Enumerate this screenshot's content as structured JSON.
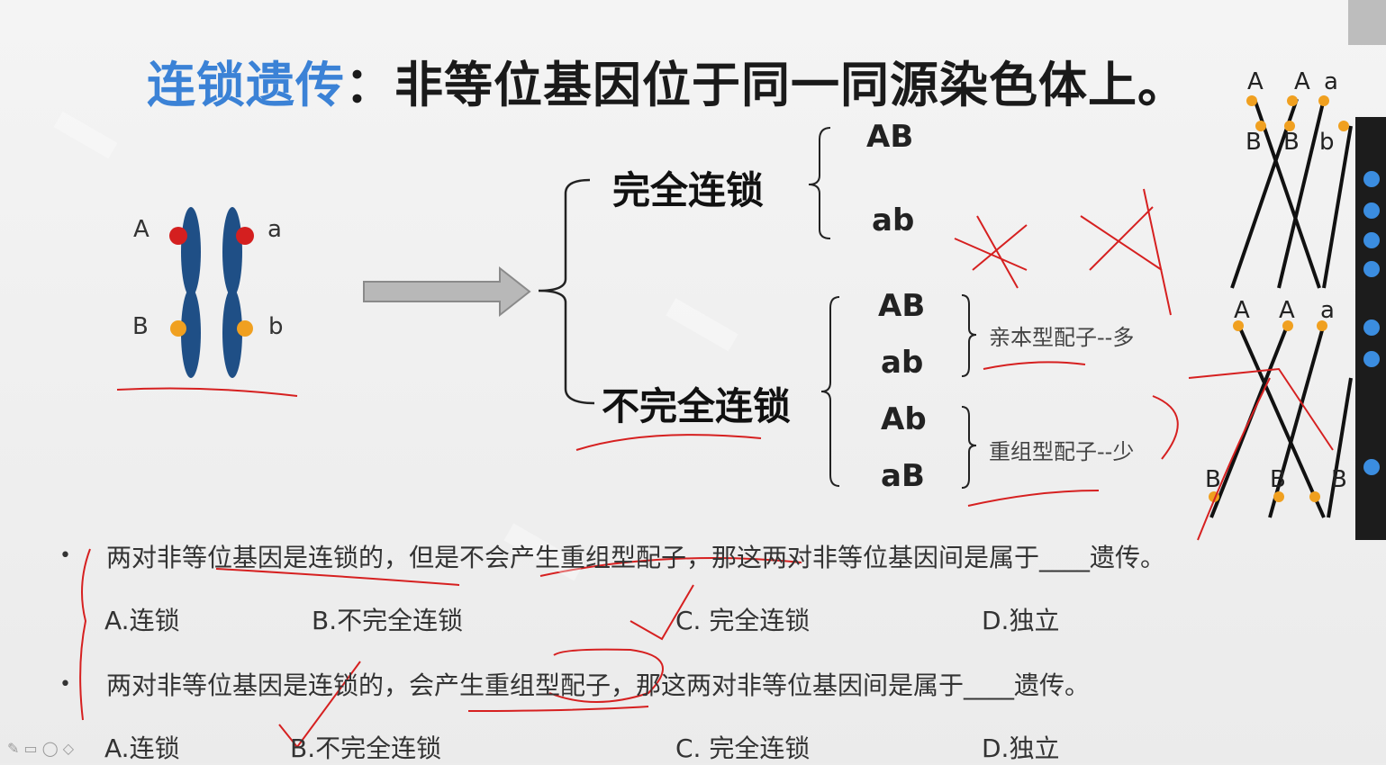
{
  "title": {
    "highlight": "连锁遗传",
    "rest": "：非等位基因位于同一同源染色体上。"
  },
  "chromosome": {
    "alleles": [
      "A",
      "a",
      "B",
      "b"
    ]
  },
  "diagram": {
    "complete_linkage": "完全连锁",
    "complete_gametes": [
      "AB",
      "ab"
    ],
    "incomplete_linkage": "不完全连锁",
    "parental_gametes": [
      "AB",
      "ab"
    ],
    "recombinant_gametes": [
      "Ab",
      "aB"
    ],
    "parental_note": "亲本型配子--多",
    "recombinant_note": "重组型配子--少"
  },
  "cross_diagram": {
    "top_labels": [
      "A",
      "A",
      "a"
    ],
    "top_bottom_labels": [
      "B",
      "B",
      "b"
    ],
    "lower_top_labels": [
      "A",
      "A",
      "a"
    ],
    "lower_bottom_labels": [
      "B",
      "B",
      "B"
    ]
  },
  "questions": [
    {
      "bullet": "•",
      "text": "两对非等位基因是连锁的，但是不会产生重组型配子，那这两对非等位基因间是属于____遗传。",
      "options": [
        "A.连锁",
        "B.不完全连锁",
        "C. 完全连锁",
        "D.独立"
      ]
    },
    {
      "bullet": "•",
      "text": "两对非等位基因是连锁的，会产生重组型配子，那这两对非等位基因间是属于____遗传。",
      "options": [
        "A.连锁",
        "B.不完全连锁",
        "C. 完全连锁",
        "D.独立"
      ]
    }
  ],
  "colors": {
    "title_highlight": "#3b82d6",
    "chromosome": "#1f4f86",
    "dominant_dot": "#d41f1f",
    "recessive_dot": "#f0a020",
    "annotation": "#d62020"
  }
}
